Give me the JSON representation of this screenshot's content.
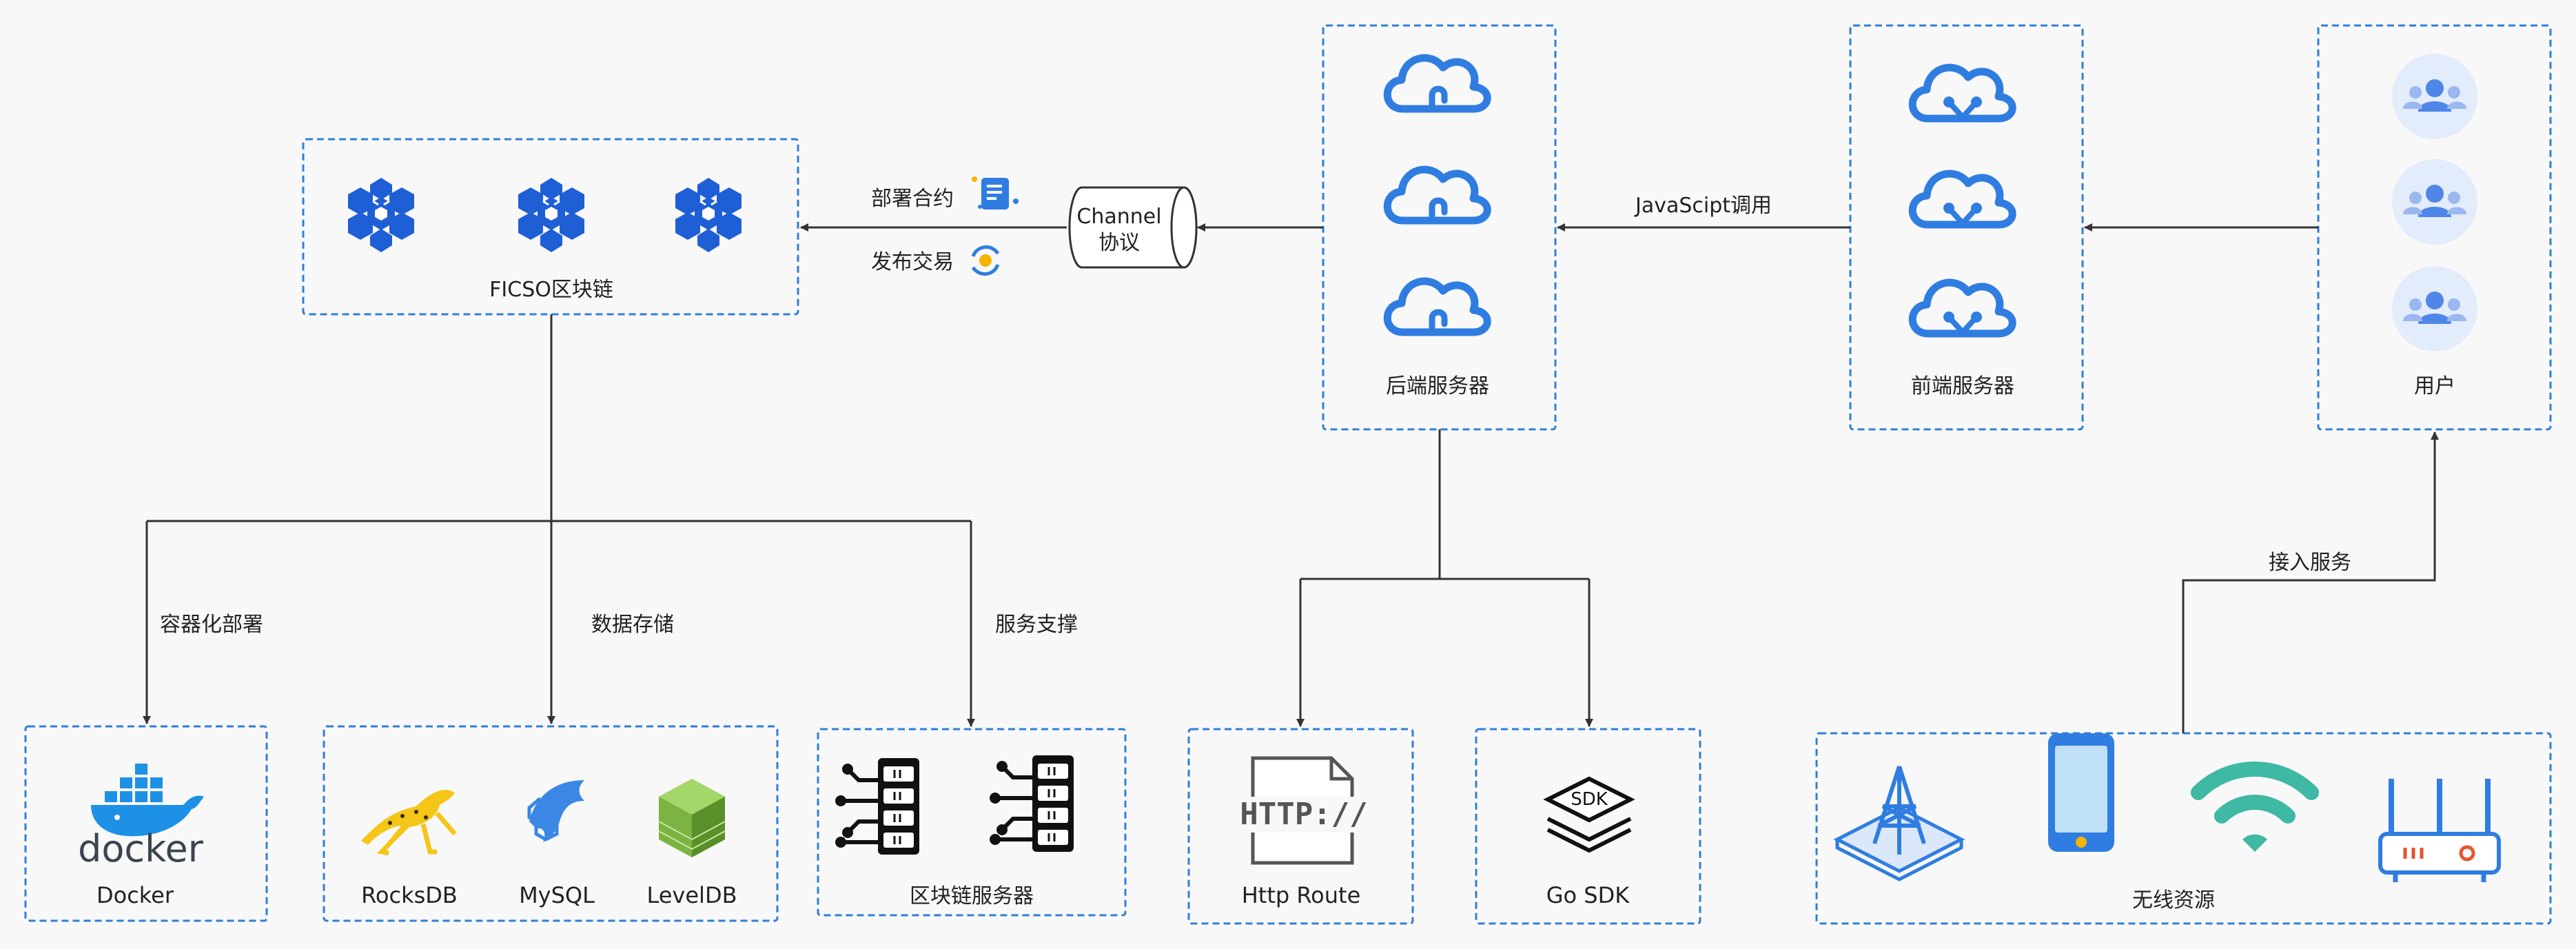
{
  "nodes": {
    "ficso": "FICSO区块链",
    "channel_line1": "Channel",
    "channel_line2": "协议",
    "backend": "后端服务器",
    "frontend": "前端服务器",
    "user": "用户",
    "docker": "Docker",
    "docker_logo_text": "docker",
    "rocksdb": "RocksDB",
    "mysql": "MySQL",
    "leveldb": "LevelDB",
    "chain_server": "区块链服务器",
    "http_route": "Http Route",
    "http_icon_text": "HTTP://",
    "go_sdk": "Go SDK",
    "sdk_icon_text": "SDK",
    "wireless": "无线资源"
  },
  "edges": {
    "deploy_contract": "部署合约",
    "publish_tx": "发布交易",
    "js_call": "JavaScipt调用",
    "containerize": "容器化部署",
    "data_storage": "数据存储",
    "service_support": "服务支撑",
    "access_service": "接入服务"
  },
  "colors": {
    "box_border": "#2e7fd6",
    "cloud_blue": "#2f7de1",
    "chain_blue": "#1f5fd6",
    "arrow": "#333333",
    "user_bg": "#e3ecfa",
    "user_fg": "#4f86e8",
    "rocks_yellow": "#f5c518",
    "mysql_blue": "#3a87e6",
    "level_green": "#7cb342",
    "teal": "#3fb8a4",
    "docker_blue": "#1d91e6"
  },
  "icons": [
    "blockchain-cube-icon",
    "cloud-network-icon",
    "user-group-icon",
    "contract-doc-icon",
    "exchange-icon",
    "docker-whale-icon",
    "cheetah-icon",
    "dolphin-icon",
    "leveldb-cube-icon",
    "server-rack-icon",
    "http-file-icon",
    "sdk-layers-icon",
    "tower-icon",
    "phone-icon",
    "wifi-icon",
    "router-icon"
  ]
}
